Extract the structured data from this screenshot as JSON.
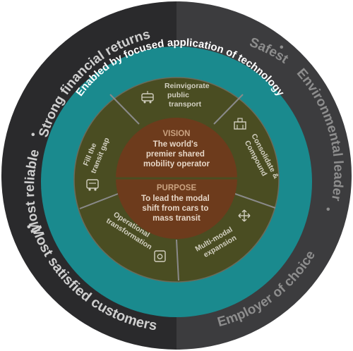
{
  "outer_ring": {
    "left_top": "Strong financial returns",
    "left_mid": "Most reliable",
    "left_bottom": "Most satisfied customers",
    "right_top": "Safest",
    "right_mid": "Environmental leader",
    "right_bottom": "Employer of choice",
    "separator": "•"
  },
  "teal_ring": {
    "label": "Enabled by focused application of technology"
  },
  "segments": {
    "top": [
      "Reinvigorate",
      "public",
      "transport"
    ],
    "right": [
      "Consolidate &",
      "Compound"
    ],
    "bottom_right": [
      "Multi-modal",
      "expansion"
    ],
    "bottom_left": [
      "Operational",
      "transformation"
    ],
    "left": [
      "Fill the",
      "transit gap"
    ]
  },
  "core": {
    "vision_title": "VISION",
    "vision_lines": [
      "The world's",
      "premier shared",
      "mobility operator"
    ],
    "purpose_title": "PURPOSE",
    "purpose_lines": [
      "To lead the modal",
      "shift from cars to",
      "mass transit"
    ]
  },
  "colors": {
    "outer_left": "#2a2a2c",
    "outer_right": "#3c3c3e",
    "outer_text": "#cfcfcf",
    "teal": "#1a8a8e",
    "olive": "#4a4d22",
    "core": "#6d3b1c",
    "divider": "#8a8a8a"
  }
}
